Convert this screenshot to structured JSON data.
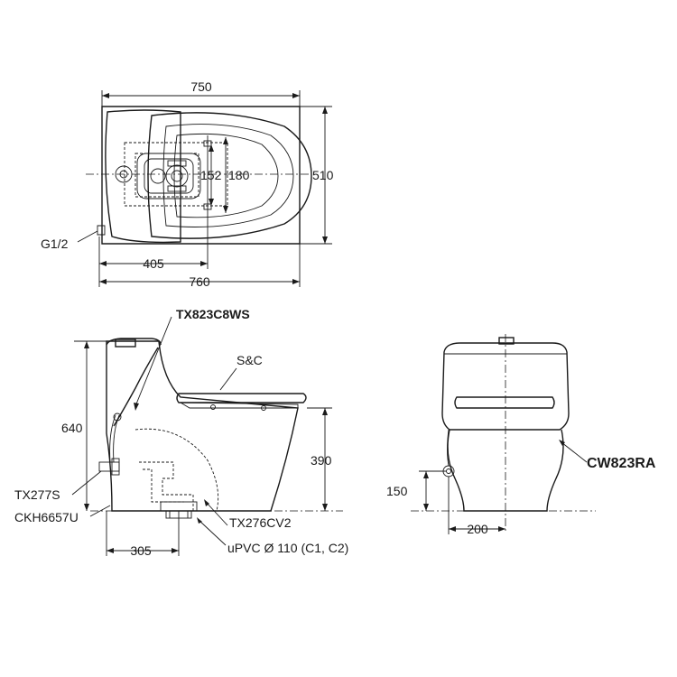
{
  "top_view": {
    "dim_width": "750",
    "dim_depth": "510",
    "dim_inner_152": "152",
    "dim_inner_180": "180",
    "dim_supply_offset": "405",
    "dim_total_length": "760",
    "label_supply": "G1/2"
  },
  "side_view": {
    "dim_height": "640",
    "dim_seat_height": "390",
    "dim_rough_in": "305",
    "label_flush_button": "TX823C8WS",
    "label_seat": "S&C",
    "label_stop_valve": "TX277S",
    "label_hose": "CKH6657U",
    "label_outlet": "TX276CV2",
    "label_pipe": "uPVC Ø 110 (C1, C2)"
  },
  "front_view": {
    "dim_supply_height": "150",
    "dim_supply_offset": "200",
    "label_model": "CW823RA"
  }
}
